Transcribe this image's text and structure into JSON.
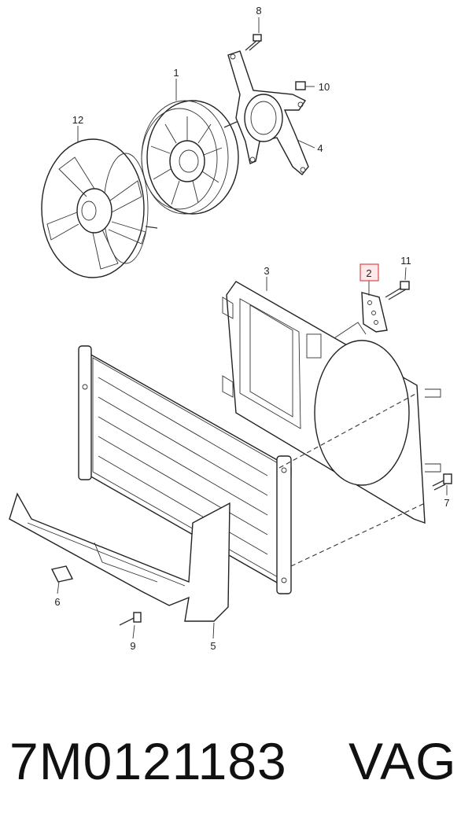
{
  "diagram": {
    "callouts": {
      "c1": "1",
      "c2": "2",
      "c3": "3",
      "c4": "4",
      "c5": "5",
      "c6": "6",
      "c7": "7",
      "c8": "8",
      "c9": "9",
      "c10": "10",
      "c11": "11",
      "c12": "12"
    },
    "highlight_color": "#d9484f"
  },
  "footer": {
    "part_number": "7M0121183",
    "brand": "VAG"
  }
}
